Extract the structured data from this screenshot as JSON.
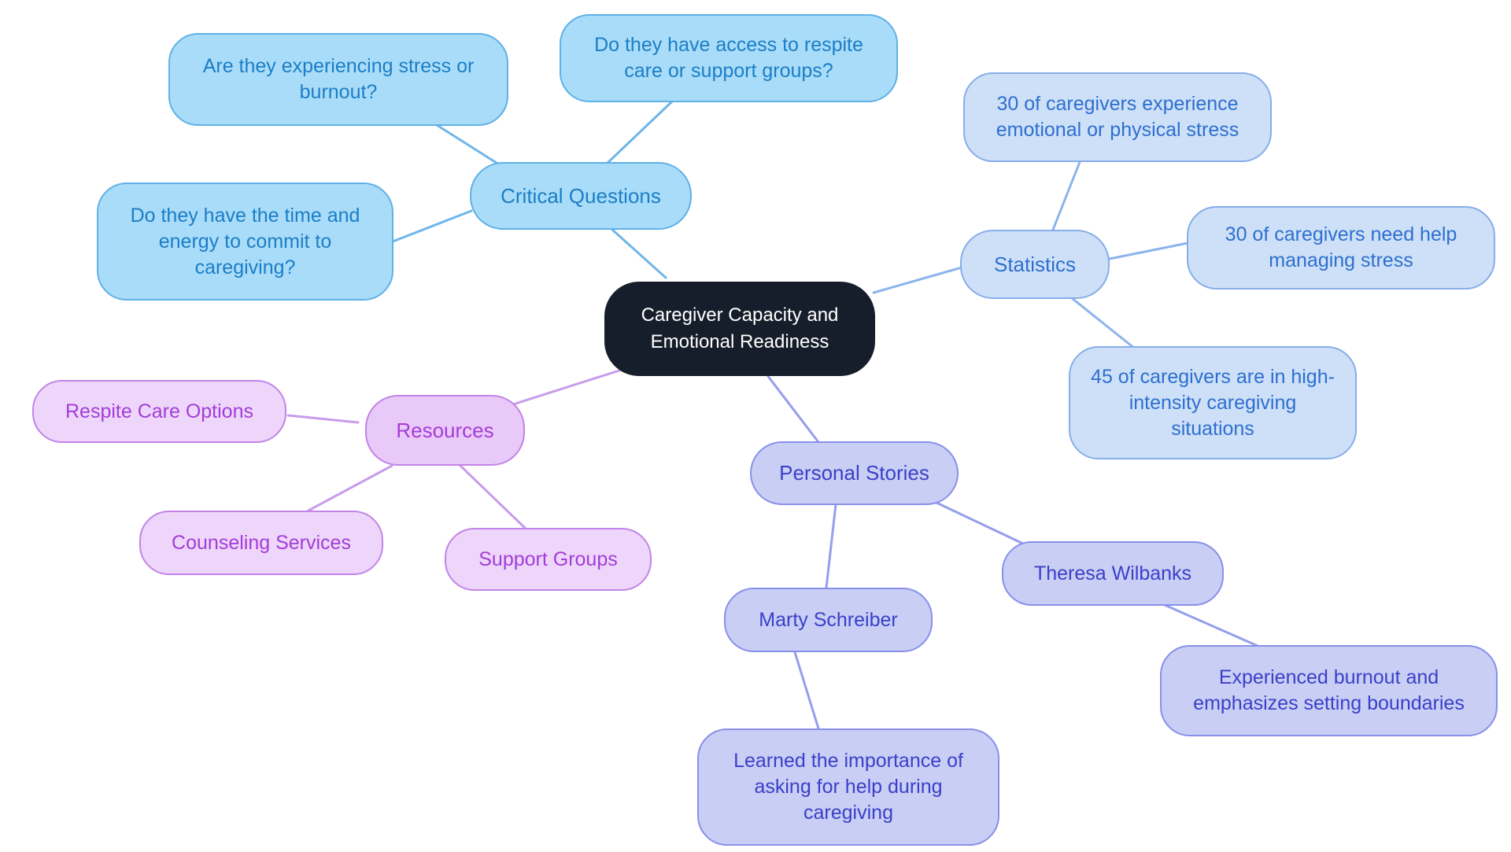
{
  "mindmap": {
    "background_color": "#ffffff",
    "central": {
      "label": "Caregiver Capacity and Emotional Readiness",
      "bg_color": "#171e2b",
      "text_color": "#ffffff"
    },
    "branches": {
      "critical_questions": {
        "label": "Critical Questions",
        "fill": "#a9dcf8",
        "border": "#60b1e6",
        "text": "#1b7ec6",
        "edge": "#6fb6ea",
        "children": {
          "stress_burnout": {
            "label": "Are they experiencing stress or burnout?"
          },
          "respite_access": {
            "label": "Do they have access to respite care or support groups?"
          },
          "time_energy": {
            "label": "Do they have the time and energy to commit to caregiving?"
          }
        }
      },
      "statistics": {
        "label": "Statistics",
        "fill": "#cde0f7",
        "border": "#86aee9",
        "text": "#2e6fcf",
        "edge": "#8cb4ec",
        "children": {
          "emotional_stress": {
            "label": "30 of caregivers experience emotional or physical stress"
          },
          "need_help": {
            "label": "30 of caregivers need help managing stress"
          },
          "high_intensity": {
            "label": "45 of caregivers are in high-intensity caregiving situations"
          }
        }
      },
      "resources": {
        "label": "Resources",
        "fill": "#e9c9f7",
        "border": "#c284e8",
        "text": "#a43cda",
        "edge": "#c79ceb",
        "children": {
          "respite_care": {
            "label": "Respite Care Options"
          },
          "counseling": {
            "label": "Counseling Services"
          },
          "support_groups": {
            "label": "Support Groups"
          }
        }
      },
      "personal_stories": {
        "label": "Personal Stories",
        "fill": "#c9cef5",
        "border": "#8890e9",
        "text": "#3a40c7",
        "edge": "#959eec",
        "children": {
          "marty": {
            "label": "Marty Schreiber",
            "detail": "Learned the importance of asking for help during caregiving"
          },
          "theresa": {
            "label": "Theresa Wilbanks",
            "detail": "Experienced burnout and emphasizes setting boundaries"
          }
        }
      }
    }
  }
}
